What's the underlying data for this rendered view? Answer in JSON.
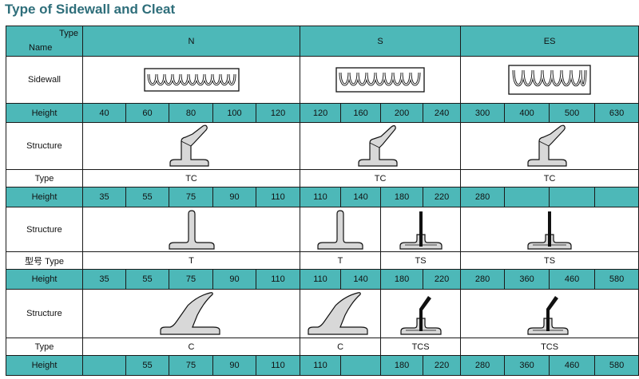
{
  "title": "Type of Sidewall and Cleat",
  "header": {
    "corner_type": "Type",
    "corner_name": "Name",
    "groups": [
      "N",
      "S",
      "ES"
    ]
  },
  "sidewall": {
    "label": "Sidewall"
  },
  "sidewall_heights": {
    "label": "Height",
    "N": [
      "40",
      "60",
      "80",
      "100",
      "120"
    ],
    "S": [
      "120",
      "160",
      "200",
      "240"
    ],
    "ES": [
      "300",
      "400",
      "500",
      "630"
    ]
  },
  "block1": {
    "height_label": "Height",
    "heights": {
      "N": [
        "35",
        "55",
        "75",
        "90",
        "110"
      ],
      "S": [
        "110",
        "140",
        "180",
        "220"
      ],
      "ES": [
        "280"
      ]
    },
    "structure_label": "Structure",
    "type_label": "Type",
    "types": {
      "N": "TC",
      "S": "TC",
      "ES": "TC"
    }
  },
  "block2": {
    "structure_label": "Structure",
    "type_label": "型号 Type",
    "types": {
      "N": "T",
      "S1": "T",
      "S2": "TS",
      "ES": "TS"
    }
  },
  "block3": {
    "height_label": "Height",
    "heights": {
      "N": [
        "35",
        "55",
        "75",
        "90",
        "110"
      ],
      "S": [
        "110",
        "140",
        "180",
        "220"
      ],
      "ES": [
        "280",
        "360",
        "460",
        "580"
      ]
    },
    "structure_label": "Structure",
    "type_label": "Type",
    "types": {
      "N": "C",
      "S1": "C",
      "S2": "TCS",
      "ES": "TCS"
    }
  },
  "block4": {
    "height_label": "Height",
    "heights": {
      "N": [
        "55",
        "75",
        "90",
        "110"
      ],
      "S": [
        "110",
        "180",
        "220"
      ],
      "ES": [
        "280",
        "360",
        "460",
        "580"
      ]
    }
  }
}
